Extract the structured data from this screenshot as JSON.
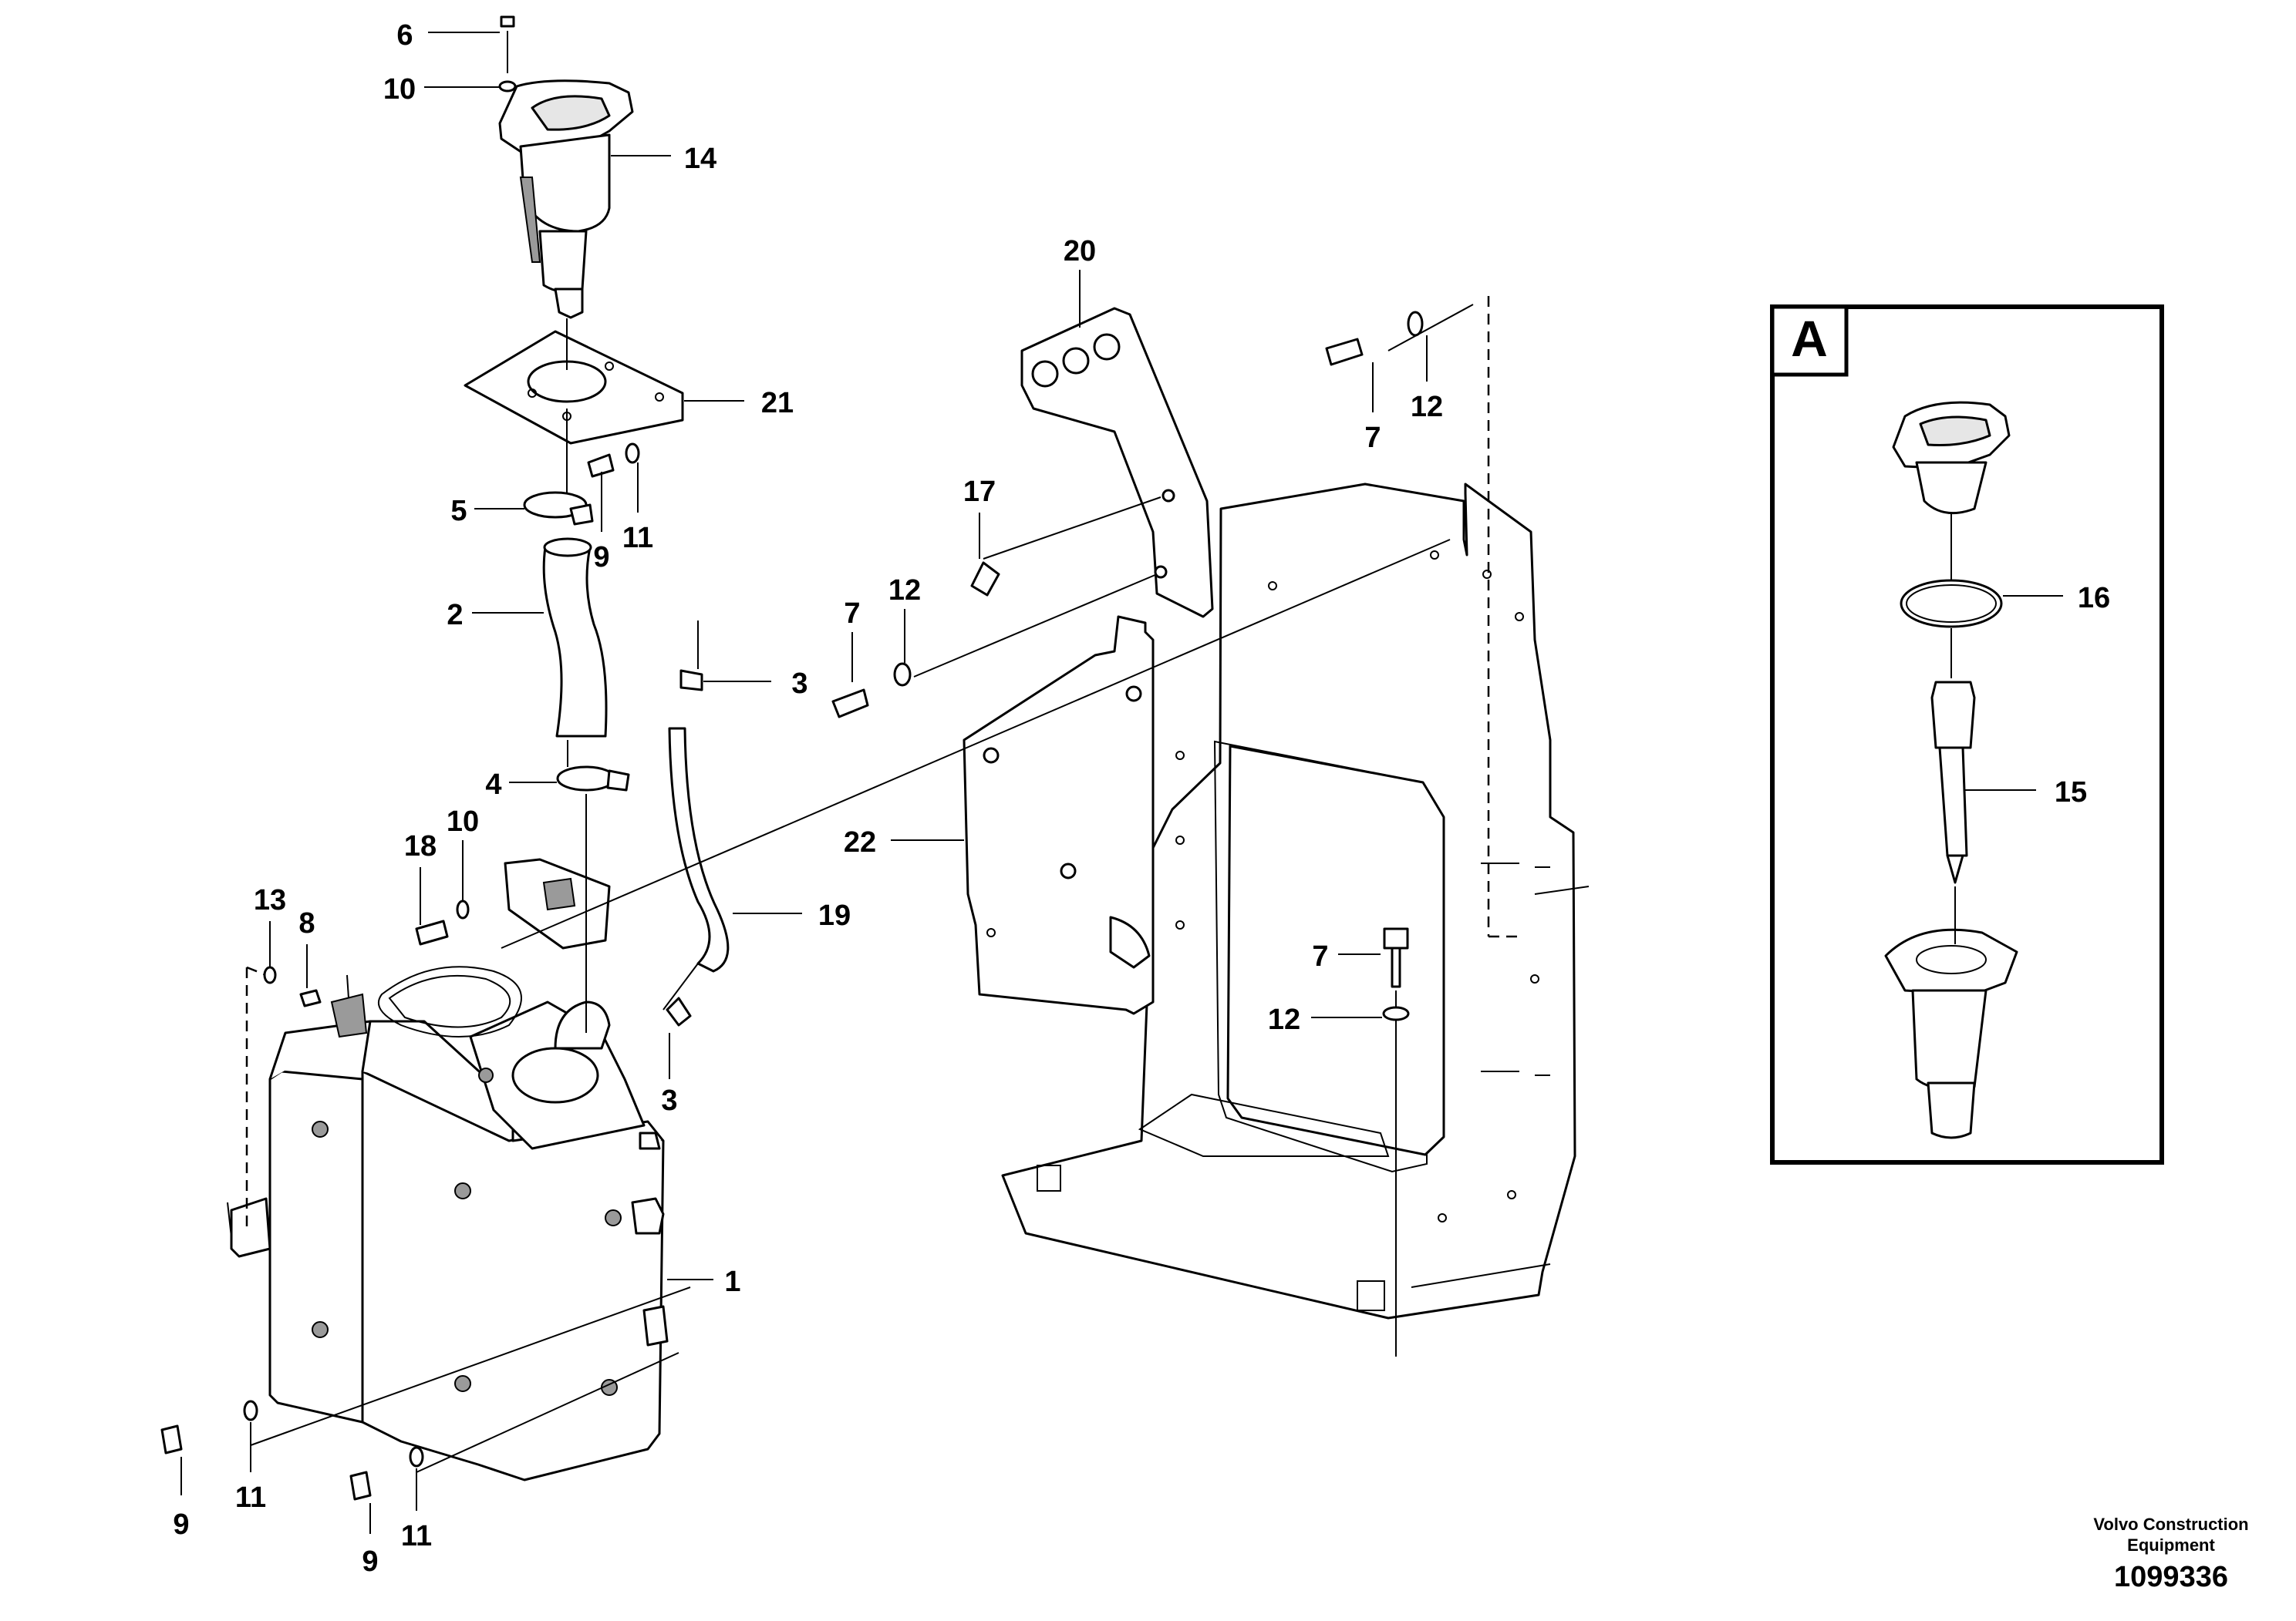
{
  "inset": {
    "label": "A"
  },
  "callouts": [
    {
      "id": "c6",
      "text": "6"
    },
    {
      "id": "c10a",
      "text": "10"
    },
    {
      "id": "c14",
      "text": "14"
    },
    {
      "id": "c21",
      "text": "21"
    },
    {
      "id": "c5",
      "text": "5"
    },
    {
      "id": "c9a",
      "text": "9"
    },
    {
      "id": "c11a",
      "text": "11"
    },
    {
      "id": "c2",
      "text": "2"
    },
    {
      "id": "c3a",
      "text": "3"
    },
    {
      "id": "c4",
      "text": "4"
    },
    {
      "id": "c18",
      "text": "18"
    },
    {
      "id": "c10b",
      "text": "10"
    },
    {
      "id": "c13",
      "text": "13"
    },
    {
      "id": "c8",
      "text": "8"
    },
    {
      "id": "c19",
      "text": "19"
    },
    {
      "id": "c3b",
      "text": "3"
    },
    {
      "id": "c1",
      "text": "1"
    },
    {
      "id": "c9b",
      "text": "9"
    },
    {
      "id": "c11b",
      "text": "11"
    },
    {
      "id": "c9c",
      "text": "9"
    },
    {
      "id": "c11c",
      "text": "11"
    },
    {
      "id": "c20",
      "text": "20"
    },
    {
      "id": "c17",
      "text": "17"
    },
    {
      "id": "c7a",
      "text": "7"
    },
    {
      "id": "c12a",
      "text": "12"
    },
    {
      "id": "c22",
      "text": "22"
    },
    {
      "id": "c7b",
      "text": "7"
    },
    {
      "id": "c12b",
      "text": "12"
    },
    {
      "id": "c7c",
      "text": "7"
    },
    {
      "id": "c12c",
      "text": "12"
    },
    {
      "id": "c16",
      "text": "16"
    },
    {
      "id": "c15",
      "text": "15"
    }
  ],
  "footer": {
    "company_line1": "Volvo Construction",
    "company_line2": "Equipment",
    "drawing_number": "1099336"
  }
}
